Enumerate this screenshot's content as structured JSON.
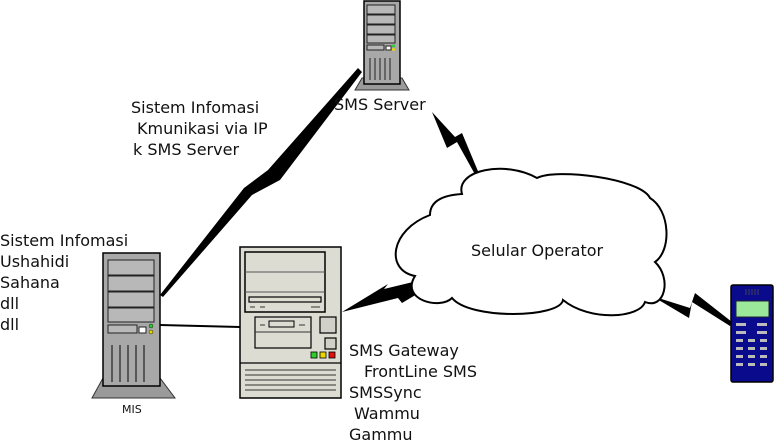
{
  "title": "SMS Gateway Information System Architecture",
  "nodes": {
    "sms_server": {
      "label": "SMS Server",
      "icon": "server-tower-icon"
    },
    "mis": {
      "label": "MIS",
      "icon": "server-tower-icon"
    },
    "sms_gateway": {
      "icon": "desktop-pc-icon"
    },
    "operator": {
      "label": "Selular Operator",
      "icon": "cloud-icon"
    },
    "phone": {
      "icon": "mobile-phone-icon"
    }
  },
  "annotations": {
    "ip_link": {
      "lines": [
        "Sistem Infomasi",
        "Kmunikasi via IP",
        "k SMS Server"
      ]
    },
    "mis_systems": {
      "lines": [
        "Sistem Infomasi",
        "Ushahidi",
        "Sahana",
        "dll",
        "dll"
      ]
    },
    "gateway_software": {
      "lines": [
        "SMS Gateway",
        "FrontLine SMS",
        "SMSSync",
        "Wammu",
        "Gammu"
      ]
    }
  },
  "connections": [
    {
      "from": "mis",
      "to": "sms_server",
      "type": "wireless-bolt"
    },
    {
      "from": "mis",
      "to": "sms_gateway",
      "type": "wired"
    },
    {
      "from": "sms_gateway",
      "to": "operator",
      "type": "wireless-bolt"
    },
    {
      "from": "sms_server",
      "to": "operator",
      "type": "wireless-bolt"
    },
    {
      "from": "operator",
      "to": "phone",
      "type": "wireless-bolt"
    }
  ],
  "colors": {
    "server_body": "#a8a8a8",
    "server_base": "#9a9a9a",
    "pc_body": "#dcdcd2",
    "phone_body": "#0a0a8c",
    "phone_screen": "#9be89b",
    "led_green": "#2ecc2e",
    "led_yellow": "#e8d800",
    "led_red": "#e01010"
  }
}
